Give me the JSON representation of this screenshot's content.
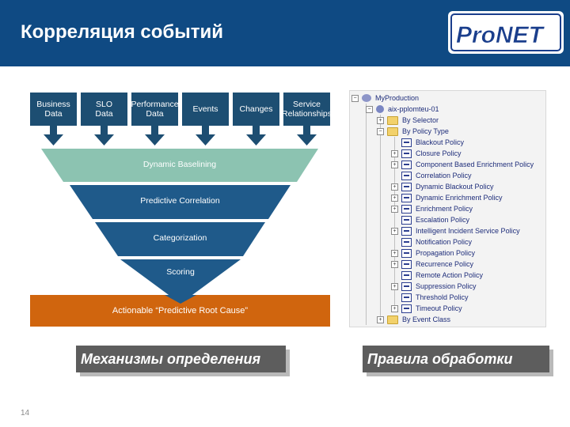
{
  "header": {
    "title": "Корреляция событий",
    "logo_text": "ProNET"
  },
  "sources": [
    {
      "label": "Business\nData"
    },
    {
      "label": "SLO\nData"
    },
    {
      "label": "Performance\nData"
    },
    {
      "label": "Events"
    },
    {
      "label": "Changes"
    },
    {
      "label": "Service\nRelationships"
    }
  ],
  "funnel": {
    "stages": [
      "Dynamic Baselining",
      "Predictive Correlation",
      "Categorization",
      "Scoring"
    ],
    "output": "Actionable “Predictive Root Cause”"
  },
  "tree": {
    "root": "MyProduction",
    "host": "aix-pplomteu-01",
    "folders": [
      "By Selector",
      "By Policy Type",
      "By Event Class"
    ],
    "policies": [
      "Blackout Policy",
      "Closure Policy",
      "Component Based Enrichment Policy",
      "Correlation Policy",
      "Dynamic Blackout Policy",
      "Dynamic Enrichment Policy",
      "Enrichment Policy",
      "Escalation Policy",
      "Intelligent Incident Service Policy",
      "Notification Policy",
      "Propagation Policy",
      "Recurrence Policy",
      "Remote Action Policy",
      "Suppression Policy",
      "Threshold Policy",
      "Timeout Policy"
    ]
  },
  "labels": {
    "left": "Механизмы определения",
    "right": "Правила обработки"
  },
  "footer": {
    "slide_number": "14"
  },
  "colors": {
    "header_bg": "#0f4a83",
    "source_box": "#1d4e72",
    "stage_1": "#8cc3b1",
    "stage_dark": "#1f5a8a",
    "root_cause": "#d0650e",
    "tag_bg": "#5d5d5d"
  }
}
